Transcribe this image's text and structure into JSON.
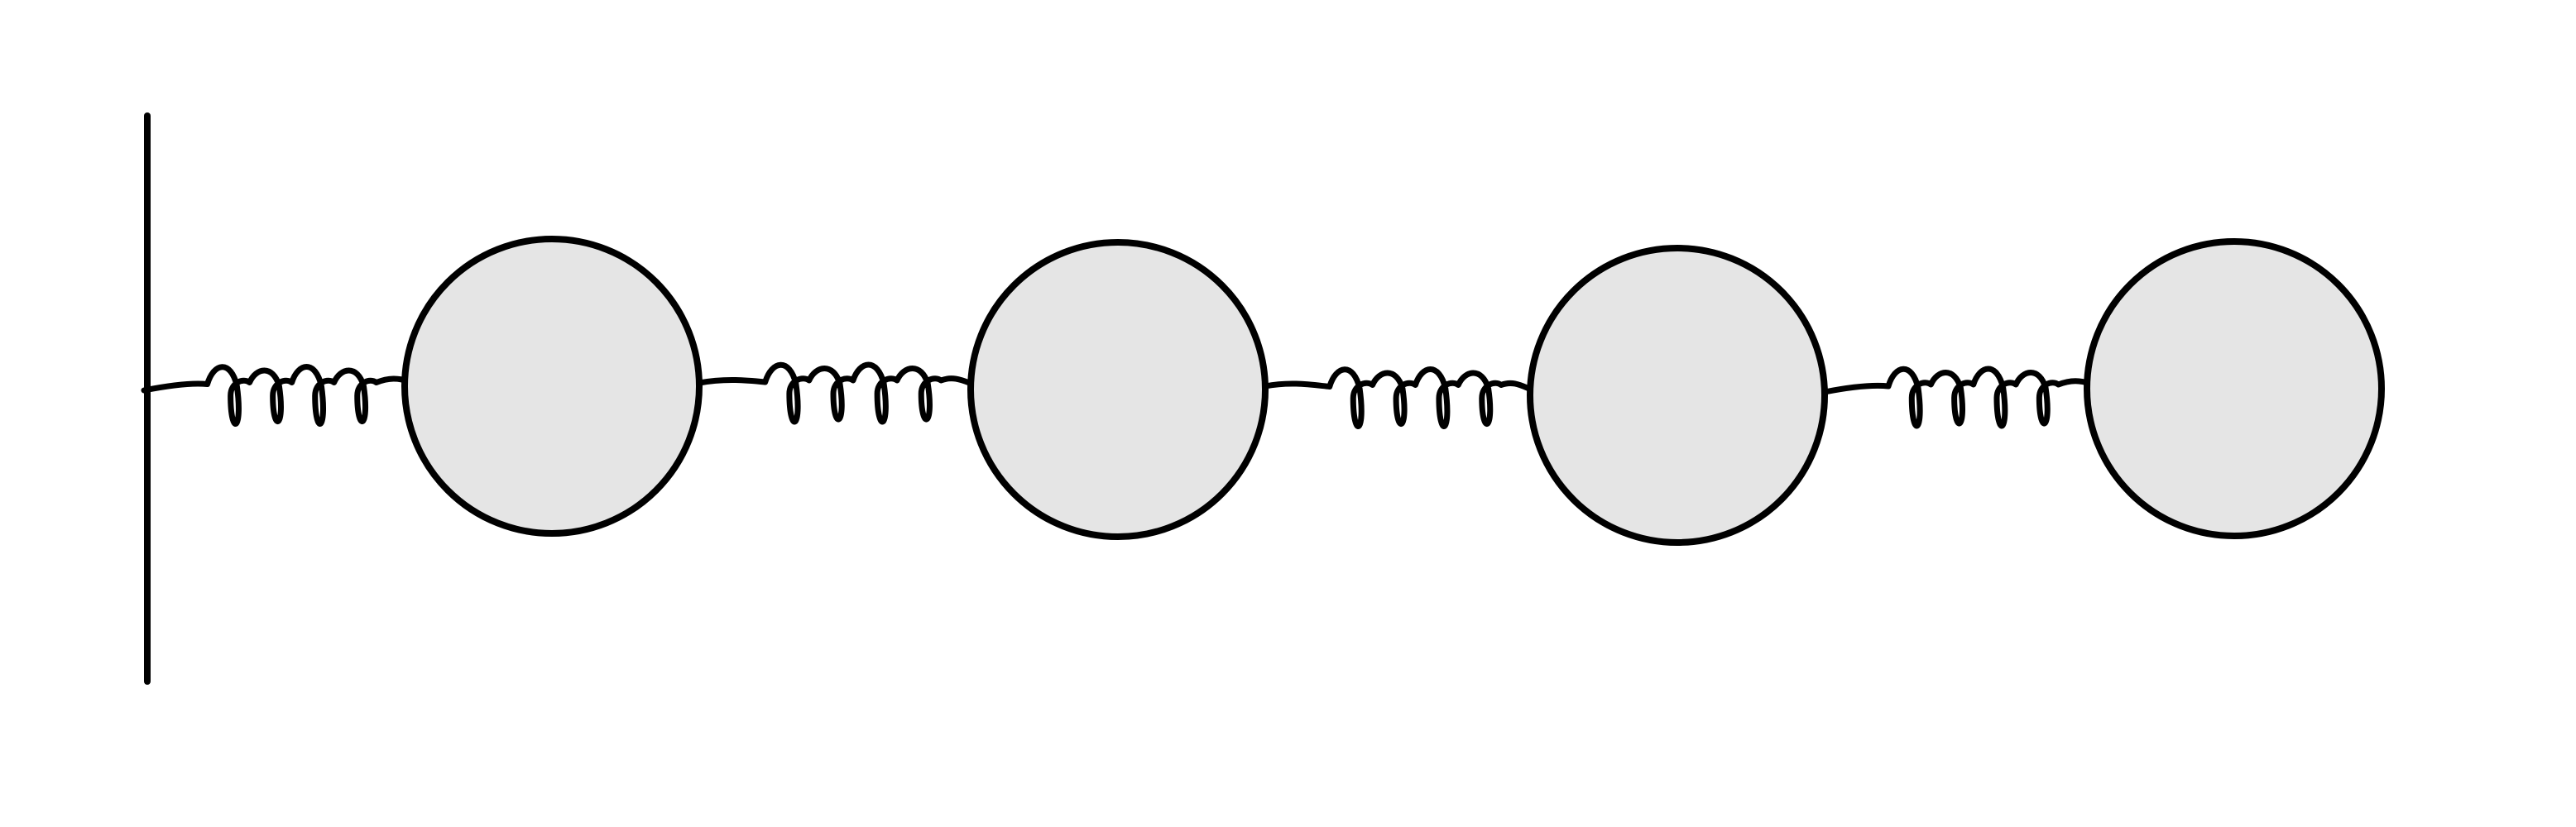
{
  "diagram": {
    "type": "mass-spring-chain",
    "wall_count": 1,
    "mass_count": 4,
    "spring_count": 4,
    "colors": {
      "stroke": "#000000",
      "mass_fill": "#e5e5e5",
      "background": "#ffffff"
    },
    "icons": [
      "wall",
      "spring",
      "mass"
    ]
  }
}
